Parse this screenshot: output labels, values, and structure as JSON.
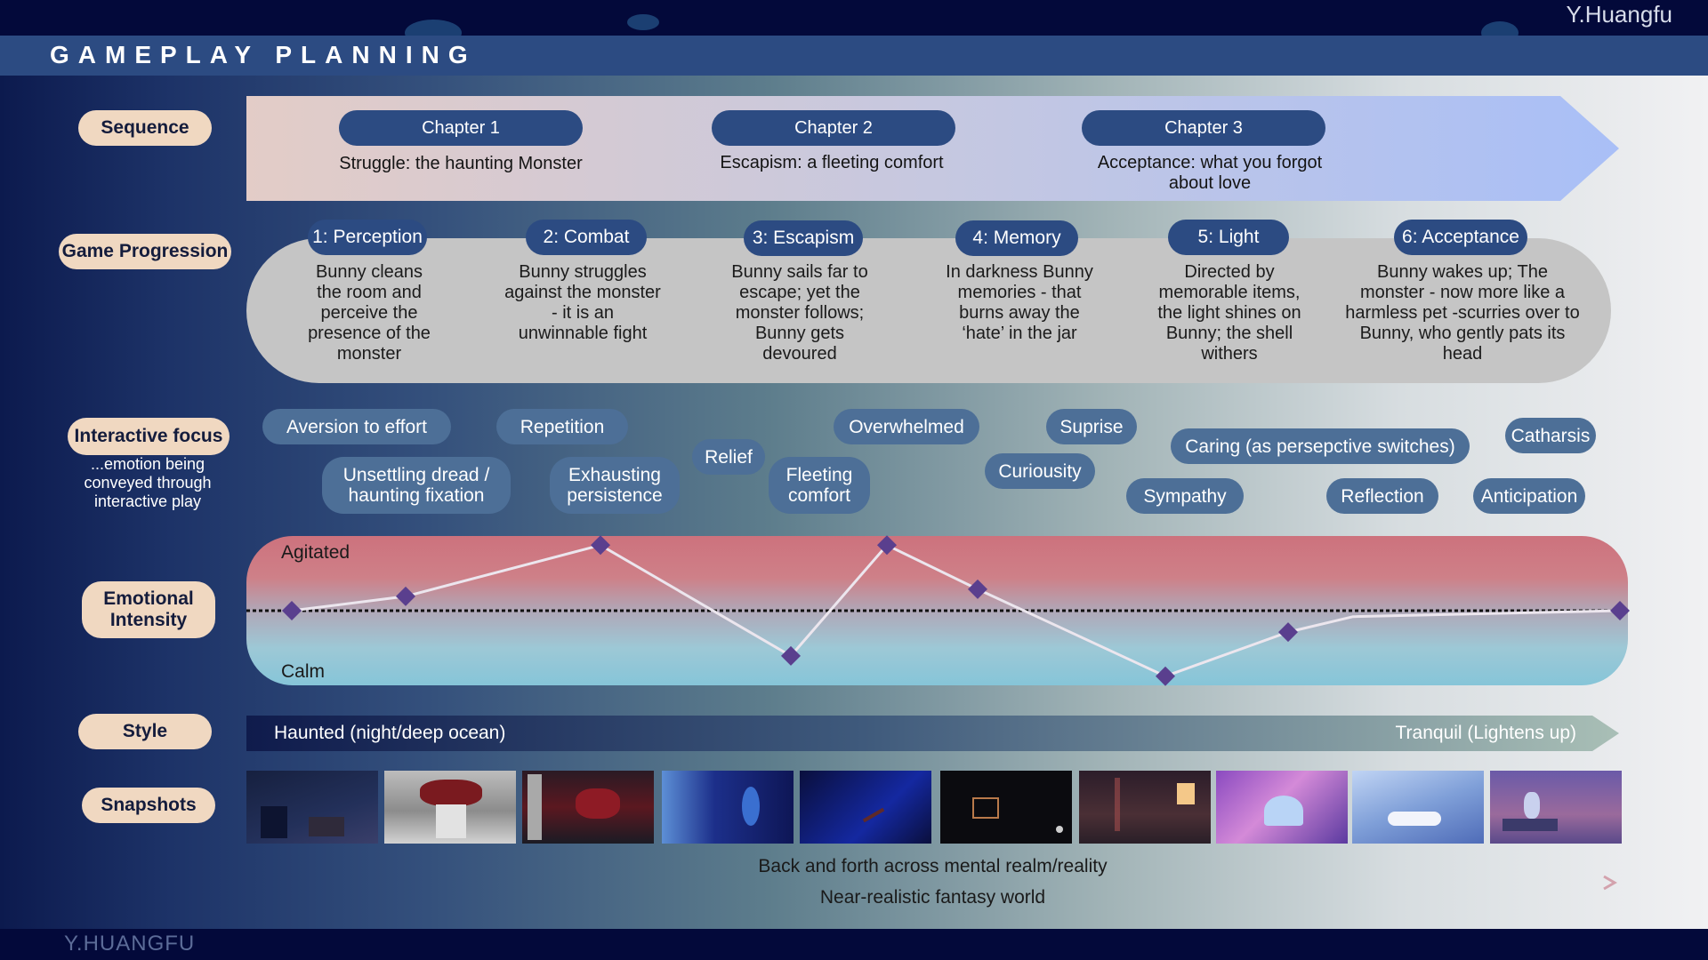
{
  "header": {
    "title": "GAMEPLAY PLANNING",
    "author": "Y.Huangfu",
    "footer_mark": "Y.HUANGFU"
  },
  "rows": {
    "sequence": "Sequence",
    "progression": "Game Progression",
    "interactive": "Interactive focus",
    "interactive_sub": "...emotion being conveyed through interactive play",
    "intensity": "Emotional Intensity",
    "style": "Style",
    "snapshots": "Snapshots"
  },
  "chapters": [
    {
      "label": "Chapter 1",
      "desc": "Struggle: the haunting Monster"
    },
    {
      "label": "Chapter 2",
      "desc": "Escapism: a fleeting comfort"
    },
    {
      "label": "Chapter 3",
      "desc": "Acceptance: what you forgot about love"
    }
  ],
  "stages": [
    {
      "label": "1: Perception",
      "desc": "Bunny cleans the room and perceive the presence of the monster"
    },
    {
      "label": "2: Combat",
      "desc": "Bunny struggles against the monster - it is an unwinnable fight"
    },
    {
      "label": "3: Escapism",
      "desc": "Bunny sails far to escape; yet the monster follows; Bunny gets devoured"
    },
    {
      "label": "4: Memory",
      "desc": "In darkness Bunny memories - that burns away the ‘hate’ in the jar"
    },
    {
      "label": "5: Light",
      "desc": "Directed by memorable items,  the light shines on Bunny; the shell withers"
    },
    {
      "label": "6: Acceptance",
      "desc": "Bunny wakes up; The monster - now more like a harmless pet -scurries over to Bunny, who gently pats its head"
    }
  ],
  "emotions": {
    "aversion": "Aversion to effort",
    "repetition": "Repetition",
    "dread": "Unsettling dread / haunting fixation",
    "exhausting": "Exhausting persistence",
    "relief": "Relief",
    "fleeting": "Fleeting comfort",
    "overwhelmed": "Overwhelmed",
    "curiousity": "Curiousity",
    "suprise": "Suprise",
    "sympathy": "Sympathy",
    "caring": "Caring (as persepctive switches)",
    "reflection": "Reflection",
    "catharsis": "Catharsis",
    "anticipation": "Anticipation"
  },
  "intensity": {
    "top_label": "Agitated",
    "bottom_label": "Calm",
    "points": [
      0,
      0.12,
      0.55,
      -0.38,
      0.55,
      0.18,
      -0.55,
      -0.18,
      -0.05,
      0
    ]
  },
  "style": {
    "left": "Haunted (night/deep ocean)",
    "right": "Tranquil (Lightens up)"
  },
  "snapshots": {
    "count": 10,
    "caption_top": "Back and forth across mental realm/reality",
    "caption_bottom": "Near-realistic fantasy world"
  },
  "colors": {
    "pill": "#2c4b82",
    "label_bg": "#f0d8c1",
    "bubble": "#4d6f97",
    "marker": "#5a3f8e"
  }
}
